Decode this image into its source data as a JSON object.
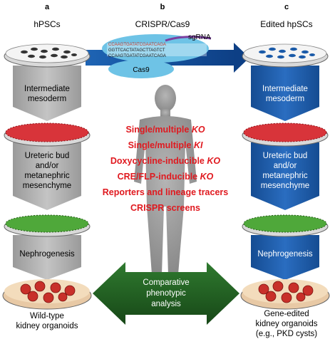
{
  "columns": {
    "a": {
      "letter": "a",
      "title": "hPSCs"
    },
    "b": {
      "letter": "b",
      "title": "CRISPR/Cas9"
    },
    "c": {
      "letter": "c",
      "title": "Edited hpSCs"
    }
  },
  "crispr": {
    "sgrna": "sgRNA",
    "cas9": "Cas9",
    "seq_top": "CCAAGTGATATCGAATCAGA",
    "seq_mid": "GGTTCACTATAGCTTAGTCT",
    "seq_bot": "CCAAGTGATATCGAATCAGA"
  },
  "left_steps": {
    "step1": "Intermediate",
    "step1b": "mesoderm",
    "step2a": "Ureteric bud",
    "step2b": "and/or",
    "step2c": "metanephric",
    "step2d": "mesenchyme",
    "step3": "Nephrogenesis"
  },
  "right_steps": {
    "step1": "Intermediate",
    "step1b": "mesoderm",
    "step2a": "Ureteric bud",
    "step2b": "and/or",
    "step2c": "metanephric",
    "step2d": "mesenchyme",
    "step3": "Nephrogenesis"
  },
  "applications": {
    "line1": "Single/multiple ",
    "line1_em": "KO",
    "line2": "Single/multiple ",
    "line2_em": "KI",
    "line3": "Doxycycline-inducible ",
    "line3_em": "KO",
    "line4": "CRE/FLP-inducible ",
    "line4_em": "KO",
    "line5": "Reporters and lineage tracers",
    "line6": "CRISPR screens"
  },
  "comparison": {
    "line1": "Comparative",
    "line2": "phenotypic",
    "line3": "analysis"
  },
  "bottom": {
    "left1": "Wild-type",
    "left2": "kidney organoids",
    "right1": "Gene-edited",
    "right2": "kidney organoids",
    "right3": "(e.g., PKD cysts)"
  },
  "colors": {
    "gray_arrow": "#a9a9a9",
    "blue_arrow": "#1a5aa8",
    "green_arrow": "#1f5a1f",
    "text_red": "#e0191f",
    "cas9": "#6ec3e6"
  }
}
